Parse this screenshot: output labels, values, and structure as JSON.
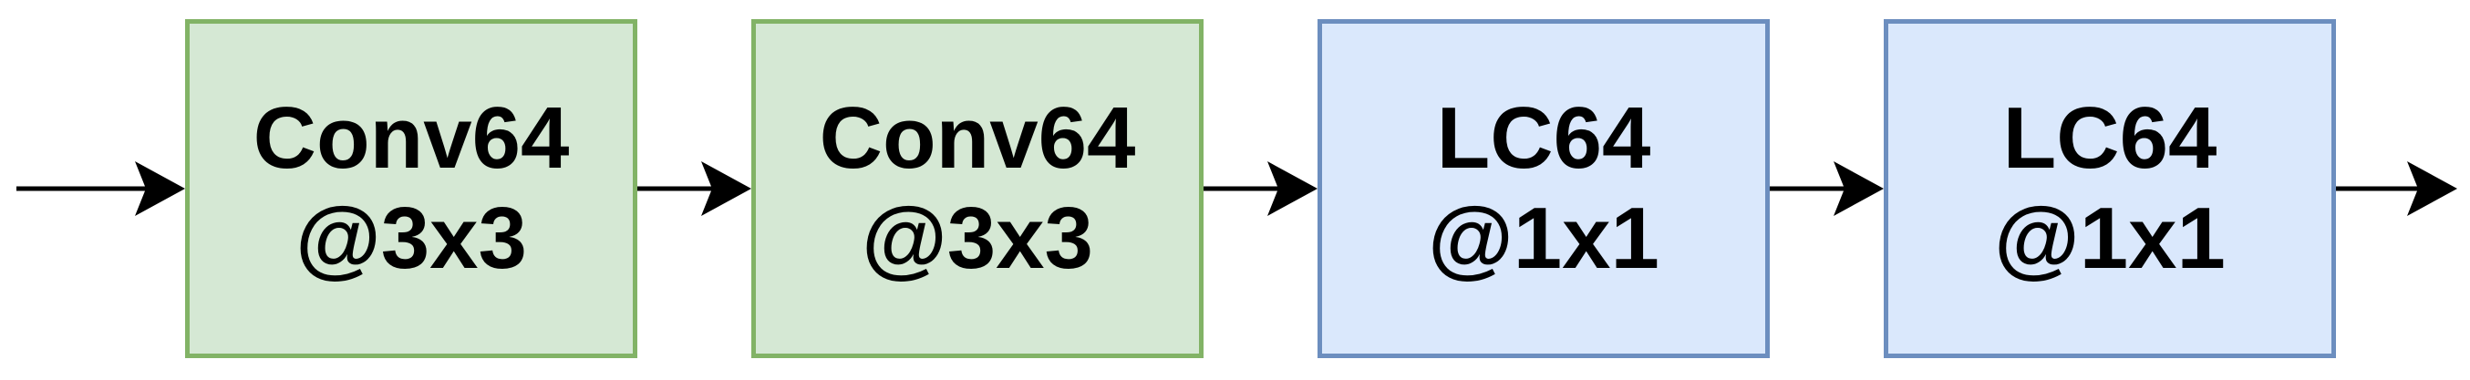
{
  "colors": {
    "conv_fill": "#d5e8d4",
    "conv_stroke": "#82b366",
    "lc_fill": "#dae8fc",
    "lc_stroke": "#6c8ebf",
    "arrow": "#000000"
  },
  "blocks": [
    {
      "line1": "Conv64",
      "line2": "@3x3",
      "kind": "conv"
    },
    {
      "line1": "Conv64",
      "line2": "@3x3",
      "kind": "conv"
    },
    {
      "line1": "LC64",
      "line2": "@1x1",
      "kind": "lc"
    },
    {
      "line1": "LC64",
      "line2": "@1x1",
      "kind": "lc"
    }
  ]
}
